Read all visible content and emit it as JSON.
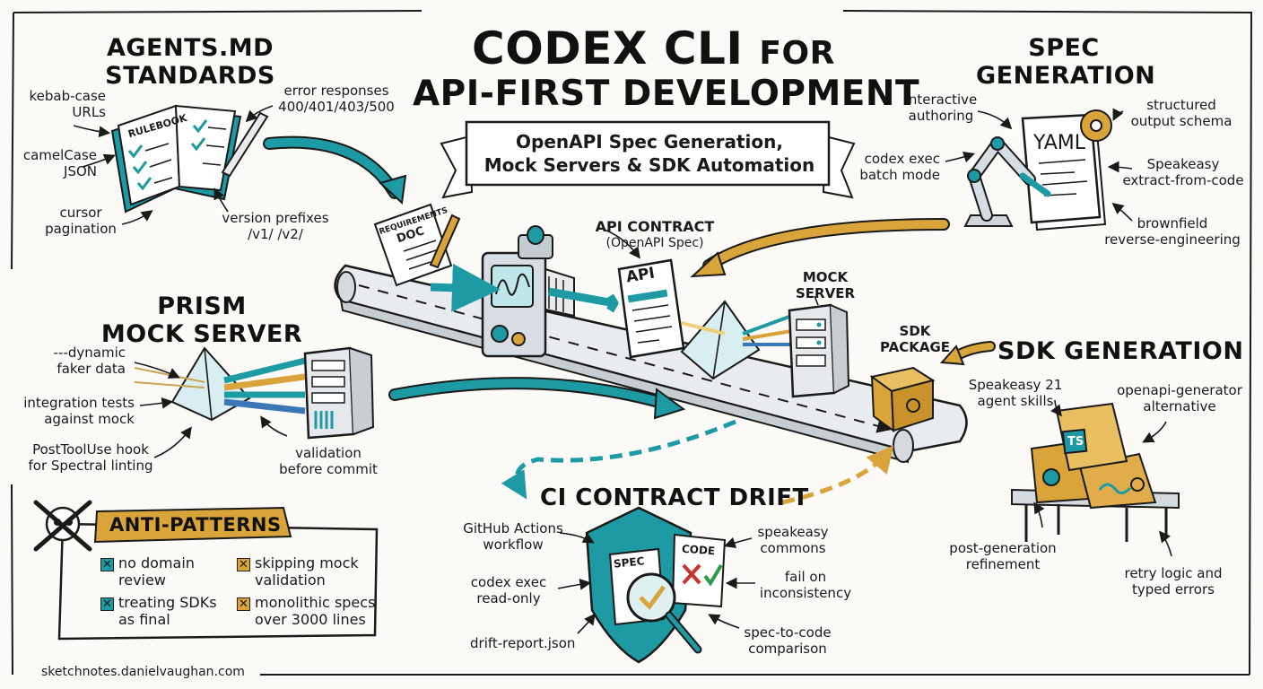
{
  "title": {
    "line1_main": "CODEX CLI",
    "line1_small": "FOR",
    "line2": "API-FIRST DEVELOPMENT"
  },
  "banner": {
    "line1": "OpenAPI Spec Generation,",
    "line2": "Mock Servers & SDK Automation"
  },
  "agents_md": {
    "heading_line1": "AGENTS.MD",
    "heading_line2": "STANDARDS",
    "book_label": "RULEBOOK",
    "notes": {
      "kebab": "kebab-case\nURLs",
      "errors": "error responses\n400/401/403/500",
      "camel": "camelCase\nJSON",
      "cursor": "cursor\npagination",
      "version": "version prefixes\n/v1/ /v2/"
    }
  },
  "spec_generation": {
    "heading_line1": "SPEC",
    "heading_line2": "GENERATION",
    "doc_label": "YAML",
    "notes": {
      "interactive": "interactive\nauthoring",
      "structured": "structured\noutput schema",
      "batch": "codex exec\nbatch mode",
      "speakeasy": "Speakeasy\nextract-from-code",
      "brownfield": "brownfield\nreverse-engineering"
    }
  },
  "pipeline": {
    "requirements_doc": {
      "line1": "REQUIREMENTS",
      "line2": "DOC"
    },
    "api_contract": {
      "line1": "API CONTRACT",
      "line2": "(OpenAPI Spec)",
      "doc_label": "API"
    },
    "mock_server": {
      "line1": "MOCK",
      "line2": "SERVER"
    },
    "sdk_package": {
      "line1": "SDK",
      "line2": "PACKAGE"
    }
  },
  "prism": {
    "heading_line1": "PRISM",
    "heading_line2": "MOCK SERVER",
    "notes": {
      "faker": "---dynamic\nfaker data",
      "integration": "integration tests\nagainst mock",
      "posttooluse": "PostToolUse hook\nfor Spectral linting",
      "validation": "validation\nbefore commit"
    }
  },
  "sdk_generation": {
    "heading": "SDK GENERATION",
    "box_label": "TS",
    "notes": {
      "skills": "Speakeasy 21\nagent skills",
      "alternative": "openapi-generator\nalternative",
      "refinement": "post-generation\nrefinement",
      "retry": "retry logic and\ntyped errors"
    }
  },
  "ci_drift": {
    "heading": "CI CONTRACT DRIFT",
    "spec_label": "SPEC",
    "code_label": "CODE",
    "notes": {
      "github": "GitHub Actions\nworkflow",
      "commons": "speakeasy\ncommons",
      "readonly": "codex exec\nread-only",
      "fail": "fail on\ninconsistency",
      "report": "drift-report.json",
      "comparison": "spec-to-code\ncomparison"
    }
  },
  "anti_patterns": {
    "heading": "ANTI-PATTERNS",
    "items": [
      {
        "text": "no domain\nreview",
        "mark": "teal"
      },
      {
        "text": "skipping mock\nvalidation",
        "mark": "gold"
      },
      {
        "text": "treating SDKs\nas final",
        "mark": "teal"
      },
      {
        "text": "monolithic specs\nover 3000 lines",
        "mark": "gold"
      }
    ]
  },
  "footer": {
    "url": "sketchnotes.danielvaughan.com"
  },
  "colors": {
    "teal": "#1d9aa3",
    "gold": "#d9a43a",
    "ink": "#1a1a1a",
    "paper": "#fbfaf6"
  }
}
